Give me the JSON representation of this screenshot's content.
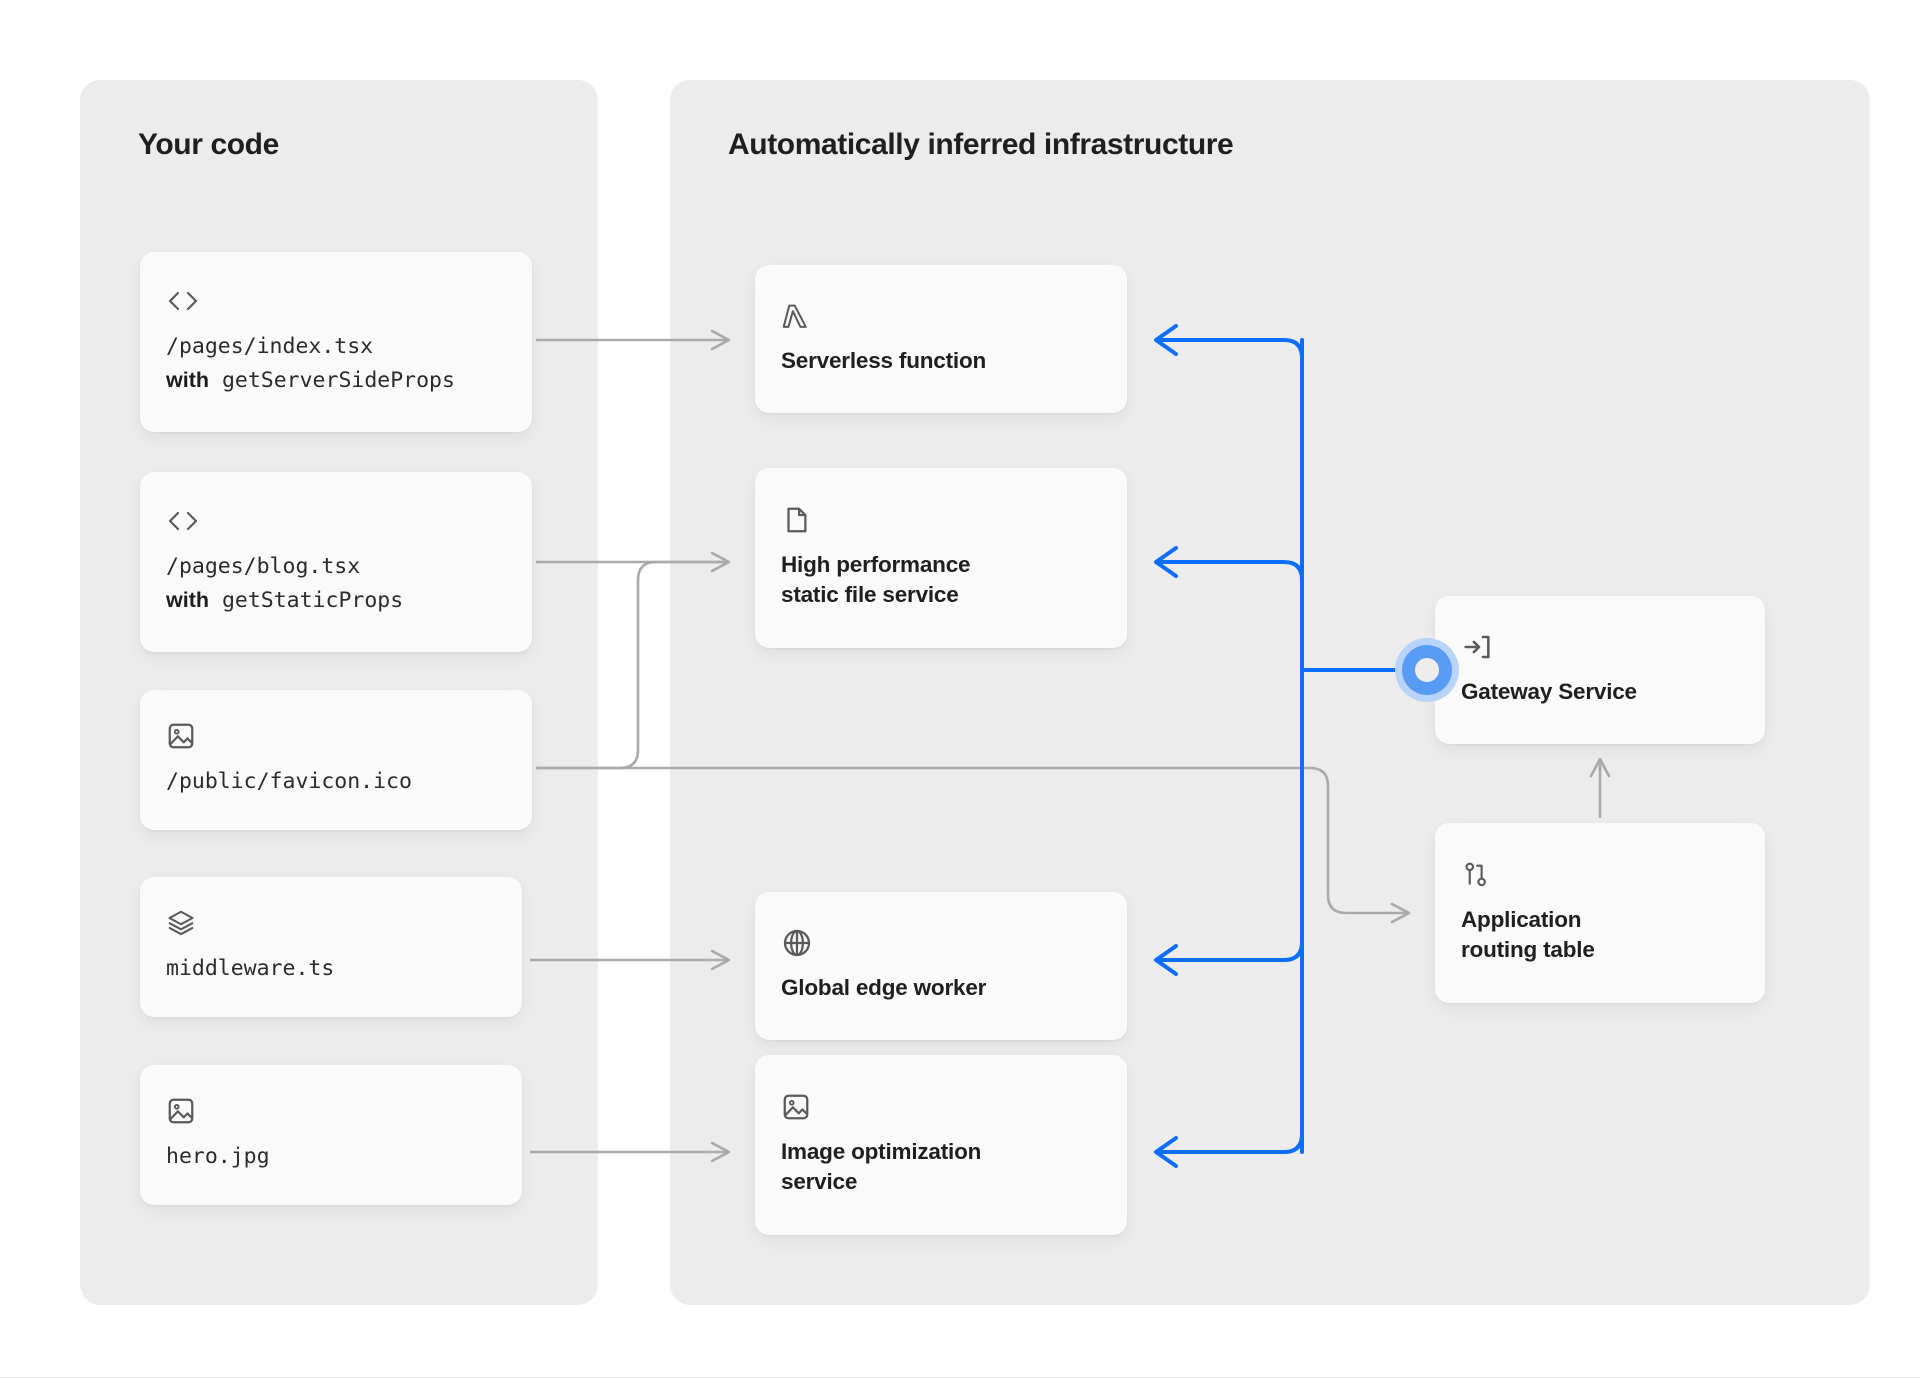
{
  "panels": {
    "left": {
      "title": "Your code"
    },
    "right": {
      "title": "Automatically inferred infrastructure"
    }
  },
  "code_cards": [
    {
      "icon": "code-brackets-icon",
      "line1": "/pages/index.tsx",
      "line2_bold": "with",
      "line2_rest": "getServerSideProps"
    },
    {
      "icon": "code-brackets-icon",
      "line1": "/pages/blog.tsx",
      "line2_bold": "with",
      "line2_rest": "getStaticProps"
    },
    {
      "icon": "image-icon",
      "line1": "/public/favicon.ico",
      "line2_bold": "",
      "line2_rest": ""
    },
    {
      "icon": "layers-icon",
      "line1": "middleware.ts",
      "line2_bold": "",
      "line2_rest": ""
    },
    {
      "icon": "image-icon",
      "line1": "hero.jpg",
      "line2_bold": "",
      "line2_rest": ""
    }
  ],
  "service_cards": [
    {
      "icon": "lambda-icon",
      "label": "Serverless function"
    },
    {
      "icon": "file-icon",
      "label_line1": "High performance",
      "label_line2": "static file service"
    },
    {
      "icon": "globe-icon",
      "label": "Global edge worker"
    },
    {
      "icon": "image-icon",
      "label_line1": "Image optimization",
      "label_line2": "service"
    }
  ],
  "right_cards": [
    {
      "icon": "enter-bracket-icon",
      "label": "Gateway Service"
    },
    {
      "icon": "git-branch-icon",
      "label_line1": "Application",
      "label_line2": "routing table"
    }
  ],
  "colors": {
    "accent_blue": "#0d6efd",
    "pulse_outer": "#b9d4fb",
    "pulse_mid": "#589bf4",
    "wire_grey": "#aaaaaa",
    "panel_bg": "#ececec",
    "card_bg": "#fafafa",
    "text_primary": "#1f1f1f"
  }
}
